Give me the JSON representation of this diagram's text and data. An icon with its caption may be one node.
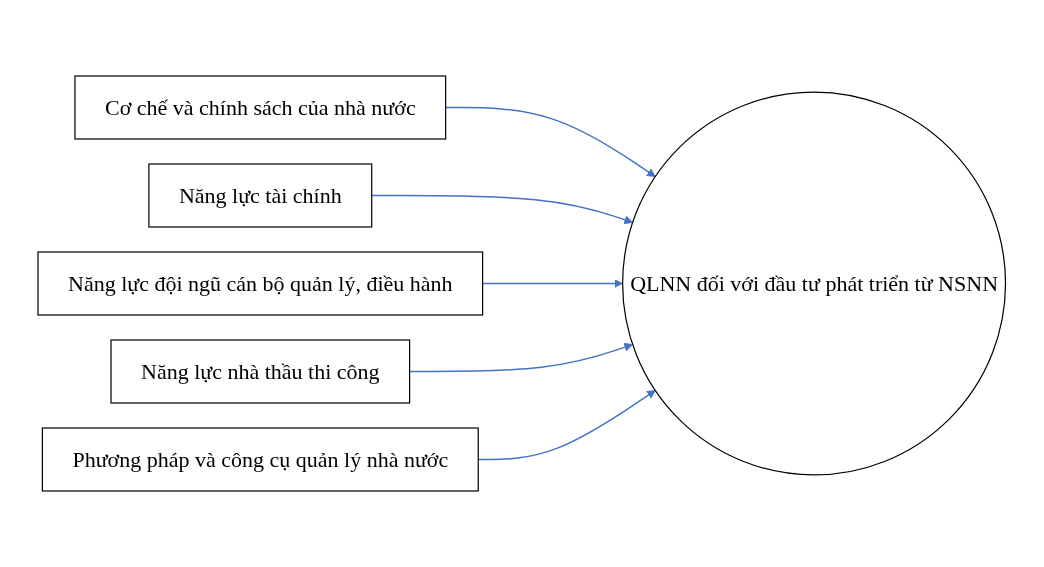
{
  "diagram": {
    "nodes": [
      {
        "text": [
          "Cơ chế và chính sách của nhà nước"
        ]
      },
      {
        "text": [
          "Năng lực tài chính"
        ]
      },
      {
        "text": [
          "Năng lực đội ngũ cán bộ quản lý, điều hành"
        ]
      },
      {
        "text": [
          "Năng lực nhà thầu thi công"
        ]
      },
      {
        "text": [
          "Phương pháp và công cụ quản lý nhà nước"
        ]
      },
      {
        "text": [
          "QLNN đối với đầu tư phát triển từ NSNN"
        ]
      }
    ],
    "edges": [
      {
        "from": 0,
        "to": 5,
        "arrow": "to"
      },
      {
        "from": 1,
        "to": 5,
        "arrow": "to"
      },
      {
        "from": 2,
        "to": 5,
        "arrow": "to"
      },
      {
        "from": 3,
        "to": 5,
        "arrow": "to"
      },
      {
        "from": 4,
        "to": 5,
        "arrow": "to"
      }
    ]
  }
}
